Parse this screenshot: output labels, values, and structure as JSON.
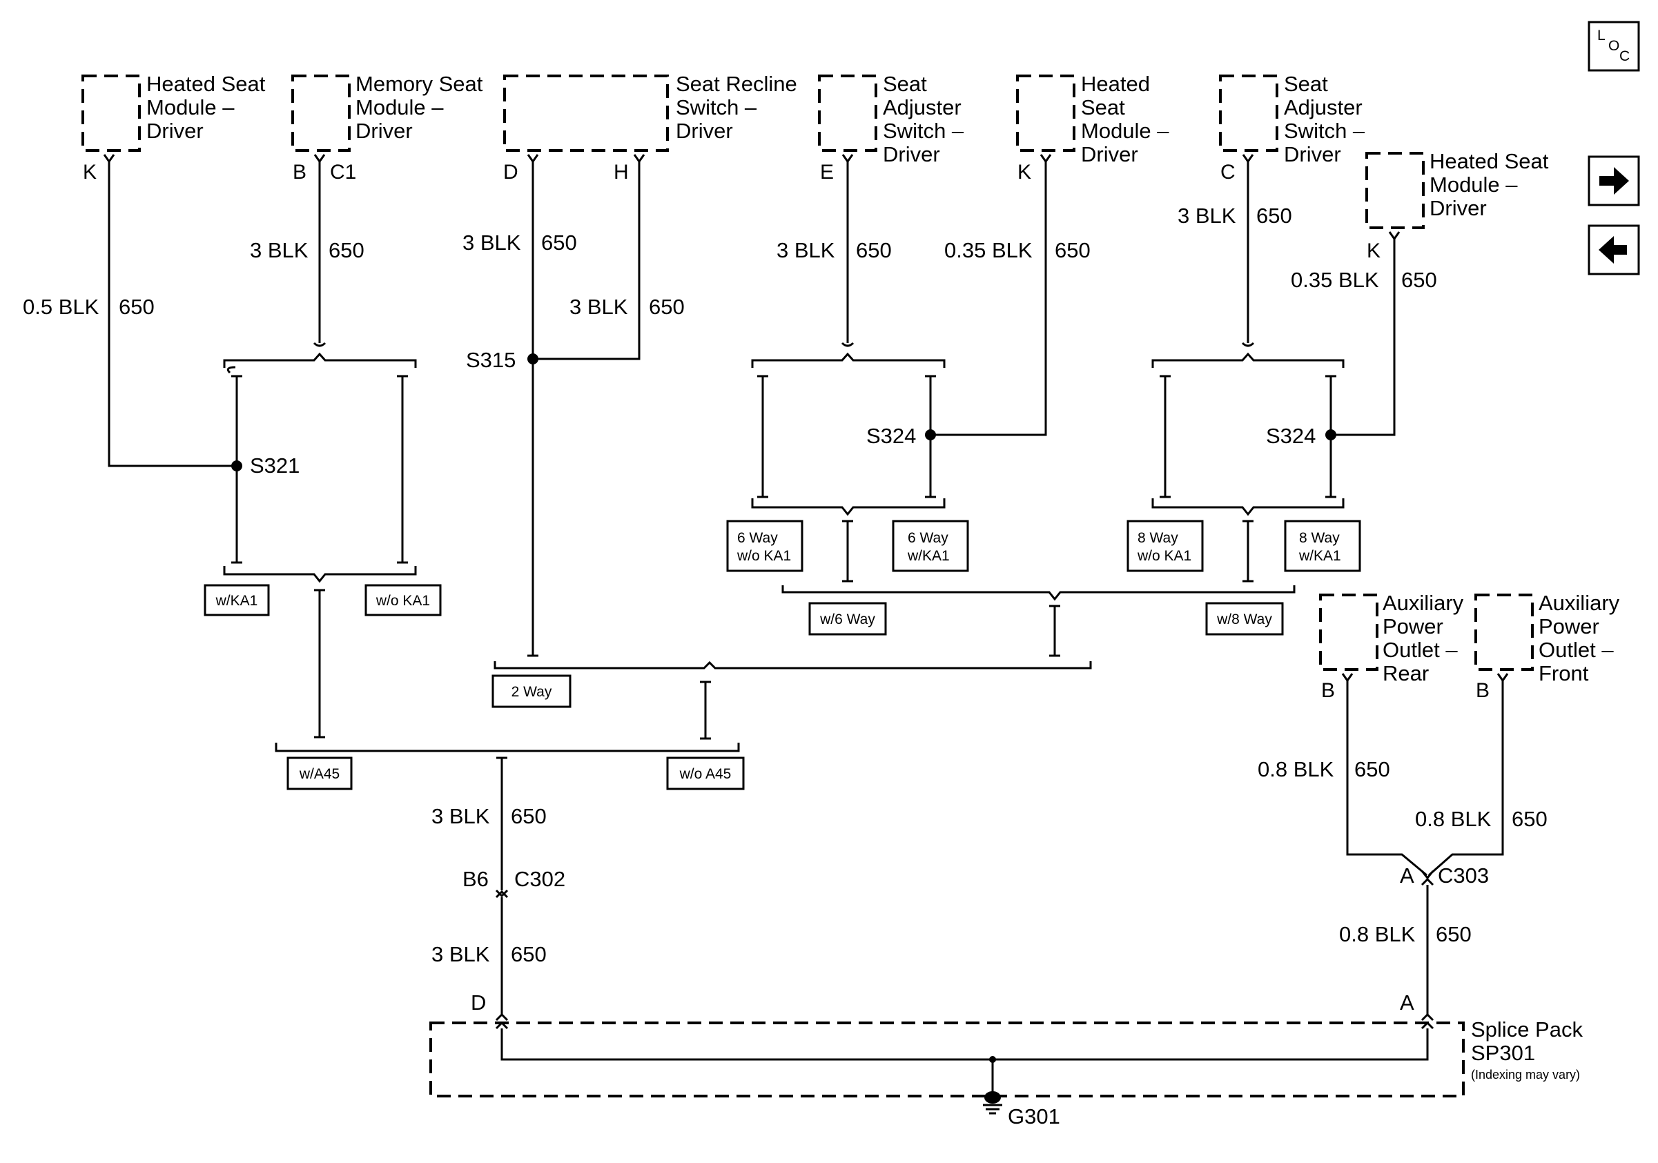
{
  "components": {
    "heated_seat_1": {
      "line1": "Heated Seat",
      "line2": "Module –",
      "line3": "Driver",
      "pin": "K"
    },
    "memory_seat": {
      "line1": "Memory Seat",
      "line2": "Module –",
      "line3": "Driver",
      "pin1": "B",
      "pin2": "C1"
    },
    "seat_recline": {
      "line1": "Seat Recline",
      "line2": "Switch –",
      "line3": "Driver",
      "pin1": "D",
      "pin2": "H"
    },
    "seat_adjuster_1": {
      "line1": "Seat",
      "line2": "Adjuster",
      "line3": "Switch –",
      "line4": "Driver",
      "pin": "E"
    },
    "heated_seat_2": {
      "line1": "Heated",
      "line2": "Seat",
      "line3": "Module –",
      "line4": "Driver",
      "pin": "K"
    },
    "seat_adjuster_2": {
      "line1": "Seat",
      "line2": "Adjuster",
      "line3": "Switch –",
      "line4": "Driver",
      "pin": "C"
    },
    "heated_seat_3": {
      "line1": "Heated Seat",
      "line2": "Module –",
      "line3": "Driver",
      "pin": "K"
    },
    "aux_rear": {
      "line1": "Auxiliary",
      "line2": "Power",
      "line3": "Outlet –",
      "line4": "Rear",
      "pin": "B"
    },
    "aux_front": {
      "line1": "Auxiliary",
      "line2": "Power",
      "line3": "Outlet –",
      "line4": "Front",
      "pin": "B"
    },
    "splice_pack": {
      "line1": "Splice Pack",
      "line2": "SP301",
      "line3": "(Indexing may vary)",
      "pin1": "D",
      "pin2": "A"
    }
  },
  "wires": {
    "w1": {
      "gauge": "0.5 BLK",
      "circuit": "650"
    },
    "w2": {
      "gauge": "3 BLK",
      "circuit": "650"
    },
    "w3": {
      "gauge": "3 BLK",
      "circuit": "650"
    },
    "w4": {
      "gauge": "3 BLK",
      "circuit": "650"
    },
    "w5": {
      "gauge": "3 BLK",
      "circuit": "650"
    },
    "w6": {
      "gauge": "0.35 BLK",
      "circuit": "650"
    },
    "w7": {
      "gauge": "3 BLK",
      "circuit": "650"
    },
    "w8": {
      "gauge": "0.35 BLK",
      "circuit": "650"
    },
    "w9": {
      "gauge": "3 BLK",
      "circuit": "650"
    },
    "w10": {
      "gauge": "3 BLK",
      "circuit": "650"
    },
    "w11": {
      "gauge": "0.8 BLK",
      "circuit": "650"
    },
    "w12": {
      "gauge": "0.8 BLK",
      "circuit": "650"
    },
    "w13": {
      "gauge": "0.8 BLK",
      "circuit": "650"
    }
  },
  "splices": {
    "s321": "S321",
    "s315": "S315",
    "s324a": "S324",
    "s324b": "S324"
  },
  "options": {
    "w_ka1": "w/KA1",
    "wo_ka1": "w/o KA1",
    "six_way_wo_a": "6 Way",
    "six_way_wo_b": "w/o KA1",
    "six_way_w_a": "6 Way",
    "six_way_w_b": "w/KA1",
    "eight_way_wo_a": "8 Way",
    "eight_way_wo_b": "w/o KA1",
    "eight_way_w_a": "8 Way",
    "eight_way_w_b": "w/KA1",
    "w_6way": "w/6 Way",
    "w_8way": "w/8 Way",
    "two_way": "2 Way",
    "w_a45": "w/A45",
    "wo_a45": "w/o A45"
  },
  "connectors": {
    "c302": {
      "pin": "B6",
      "name": "C302"
    },
    "c303": {
      "pin": "A",
      "name": "C303"
    }
  },
  "ground": "G301",
  "nav": {
    "loc_l": "L",
    "loc_o": "O",
    "loc_c": "C"
  },
  "icons": {
    "forward": "arrow-right-icon",
    "back": "arrow-left-icon",
    "location": "loc-icon"
  }
}
